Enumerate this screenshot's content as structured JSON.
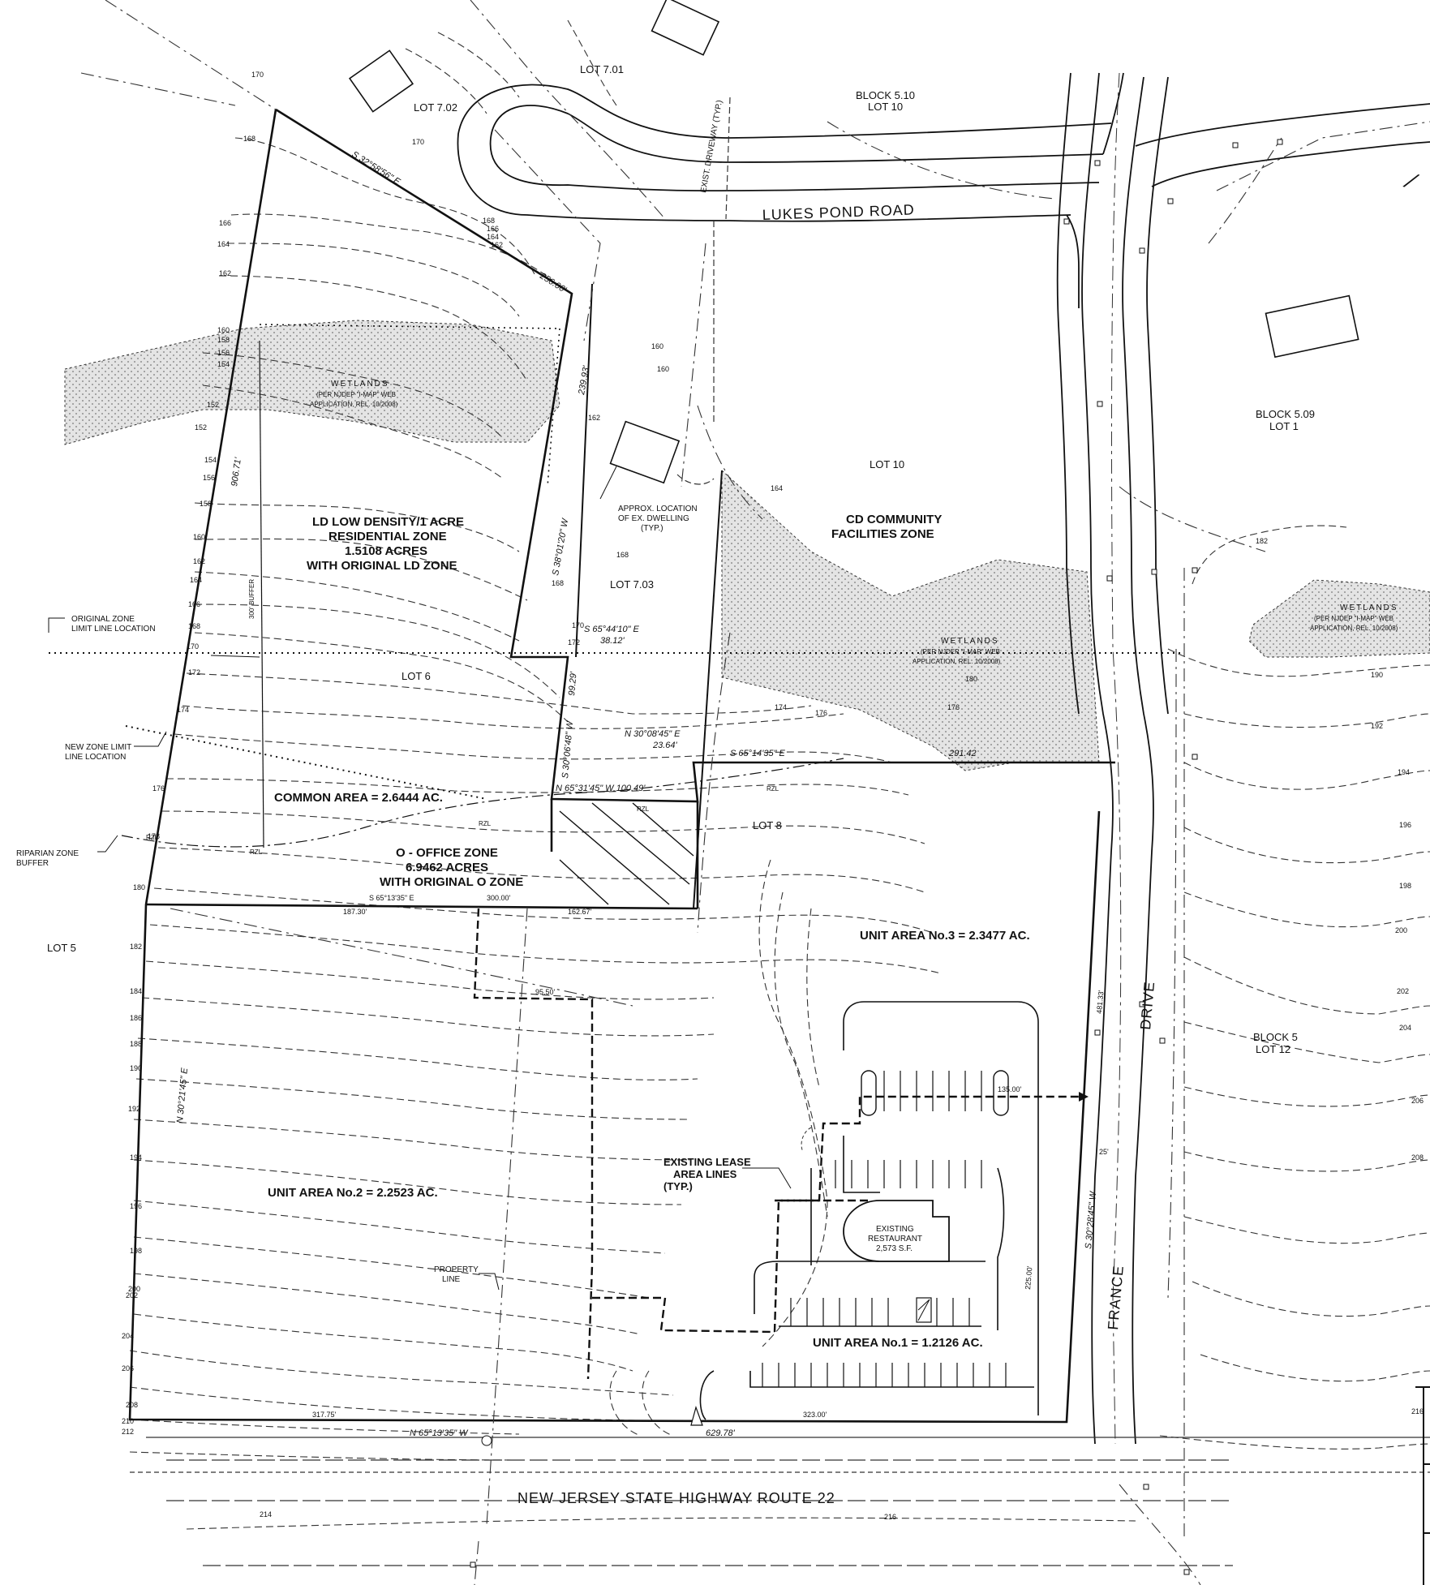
{
  "colors": {
    "ink": "#111111",
    "wetland": "#d9d9d9",
    "paper": "#ffffff"
  },
  "lots": {
    "lot_7_01": "LOT 7.01",
    "lot_7_02": "LOT 7.02",
    "block_5_10": "BLOCK 5.10",
    "block_5_10_lot": "LOT 10",
    "lot_10": "LOT 10",
    "block_5_09": "BLOCK 5.09",
    "block_5_09_lot": "LOT 1",
    "lot_7_03": "LOT 7.03",
    "lot_6": "LOT 6",
    "lot_8": "LOT 8",
    "lot_5": "LOT 5",
    "block_5": "BLOCK 5",
    "block_5_lot": "LOT 12"
  },
  "roads": {
    "lukes_pond": "LUKES POND ROAD",
    "route_22": "NEW JERSEY STATE HIGHWAY ROUTE 22",
    "france": "FRANCE",
    "drive": "DRIVE",
    "exist_driveway": "EXIST. DRIVEWAY (TYP.)"
  },
  "wetlands": {
    "title": "WETLANDS",
    "line1": "(PER NJDEP \"I-MAP\" WEB",
    "line2": "APPLICATION, REL. 10/2008)"
  },
  "zones": {
    "ld_line1": "LD LOW DENSITY/1 ACRE",
    "ld_line2": "RESIDENTIAL ZONE",
    "ld_line3": "1.5108 ACRES",
    "ld_line4": "WITH ORIGINAL LD ZONE",
    "cd_line1": "CD COMMUNITY",
    "cd_line2": "FACILITIES ZONE",
    "common_area": "COMMON AREA = 2.6444 AC.",
    "o_line1": "O - OFFICE ZONE",
    "o_line2": "6.9462 ACRES",
    "o_line3": "WITH ORIGINAL O ZONE",
    "unit3": "UNIT AREA No.3 = 2.3477 AC.",
    "unit2": "UNIT AREA No.2 = 2.2523 AC.",
    "unit1": "UNIT AREA No.1 = 1.2126 AC."
  },
  "callouts": {
    "orig_zone_1": "ORIGINAL ZONE",
    "orig_zone_2": "LIMIT LINE LOCATION",
    "new_zone_1": "NEW ZONE LIMIT",
    "new_zone_2": "LINE LOCATION",
    "riparian_1": "RIPARIAN ZONE",
    "riparian_2": "BUFFER",
    "dwelling_1": "APPROX. LOCATION",
    "dwelling_2": "OF EX. DWELLING",
    "dwelling_3": "(TYP.)",
    "lease_1": "EXISTING LEASE",
    "lease_2": "AREA LINES",
    "lease_3": "(TYP.)",
    "property_1": "PROPERTY",
    "property_2": "LINE",
    "restaurant_1": "EXISTING",
    "restaurant_2": "RESTAURANT",
    "restaurant_3": "2,573 S.F.",
    "buffer": "300' BUFFER",
    "rzl": "RZL"
  },
  "bearings": {
    "b1": "S 32°58'56\" E",
    "d1": "256.00'",
    "d2": "239.93'",
    "b2": "S 38°01'20\" W",
    "b3": "S 65°44'10\" E",
    "d3": "38.12'",
    "b4": "S 30°06'48\" W",
    "d4": "99.29'",
    "b5": "N 30°08'45\" E",
    "d5": "23.64'",
    "b6": "S 65°14'35\" E",
    "d6": "291.42",
    "b7": "N 65°31'45\" W  100.49'",
    "d7": "906.71'",
    "b8": "S 65°13'35\" E",
    "b9": "N 30°21'45\" E",
    "b10": "N 65°13'35\" W",
    "d10": "629.78'",
    "b11": "S 30°28'45\" W",
    "d11": "481.33'",
    "d12": "187.30'",
    "d13": "300.00'",
    "d14": "162.67'",
    "d15": "317.75'",
    "d16": "323.00'",
    "d17": "225.00'",
    "d18": "135.00'",
    "d19": "95.50'",
    "d20": "25'"
  },
  "contours_left": [
    "168",
    "166",
    "164",
    "162",
    "160",
    "158",
    "156",
    "154",
    "152",
    "152",
    "154",
    "156",
    "158",
    "160",
    "162",
    "164",
    "166",
    "168",
    "170",
    "172",
    "174",
    "176",
    "178",
    "180",
    "182",
    "184",
    "186",
    "188",
    "190",
    "192",
    "194",
    "196",
    "198",
    "200",
    "202",
    "204",
    "206",
    "208",
    "210",
    "212"
  ],
  "contours_right": [
    "182",
    "190",
    "192",
    "194",
    "196",
    "198",
    "200",
    "202",
    "204",
    "206",
    "208",
    "216"
  ],
  "contours_misc": [
    "170",
    "170",
    "168",
    "166",
    "164",
    "162",
    "160",
    "160",
    "162",
    "164",
    "168",
    "168",
    "170",
    "172",
    "174",
    "176",
    "176",
    "180",
    "214",
    "216"
  ]
}
